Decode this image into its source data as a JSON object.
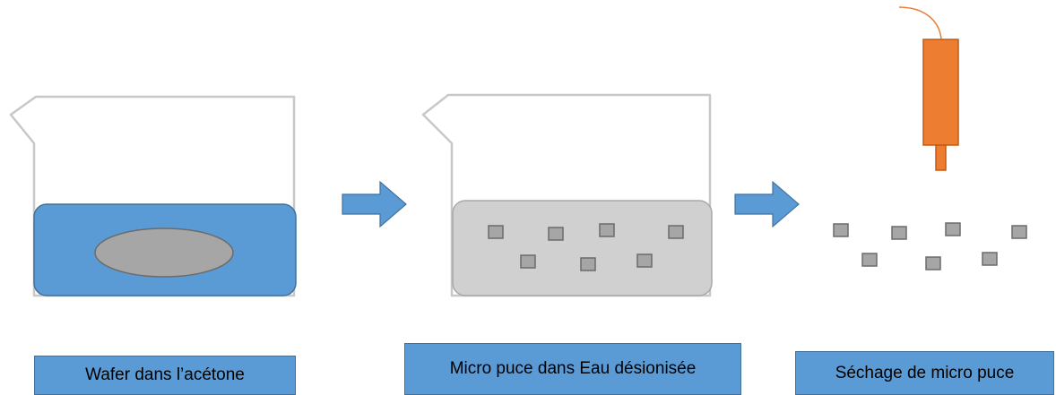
{
  "steps": [
    {
      "label": "Wafer dans l’acétone"
    },
    {
      "label": "Micro puce dans Eau désionisée"
    },
    {
      "label": "Séchage de micro puce"
    }
  ],
  "colors": {
    "acetone": "#5b9bd5",
    "water": "#d0d0d0",
    "wafer": "#a6a6a6",
    "chip": "#a6a6a6",
    "arrow": "#5b9bd5",
    "dryer": "#ed7d31",
    "beaker_outline": "#c8c8c8"
  },
  "icons": [
    "beaker-icon",
    "arrow-right-icon",
    "heat-gun-icon",
    "micro-chip-icon"
  ]
}
